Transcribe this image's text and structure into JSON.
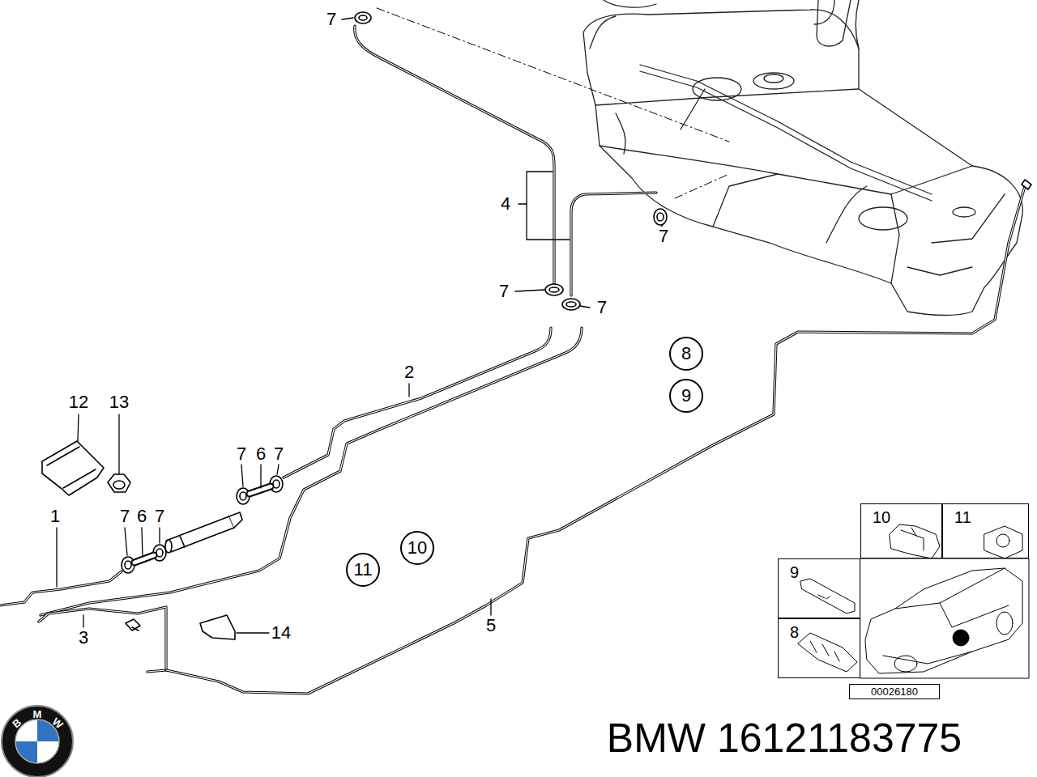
{
  "diagram": {
    "nodes": [
      {
        "text": [
          "8"
        ]
      },
      {
        "text": [
          "9"
        ]
      },
      {
        "text": [
          "10"
        ]
      },
      {
        "text": [
          "11"
        ]
      },
      {
        "text": [
          "10"
        ]
      },
      {
        "text": [
          "11"
        ]
      },
      {
        "text": [
          "9"
        ]
      },
      {
        "text": [
          "8"
        ]
      },
      {
        "text": [
          "00026180"
        ]
      }
    ],
    "labels": [
      "7",
      "4",
      "7",
      "7",
      "7",
      "2",
      "12",
      "13",
      "7",
      "6",
      "7",
      "1",
      "7",
      "6",
      "7",
      "3",
      "14",
      "5",
      "B",
      "M",
      "W",
      "BMW 16121183775"
    ]
  }
}
